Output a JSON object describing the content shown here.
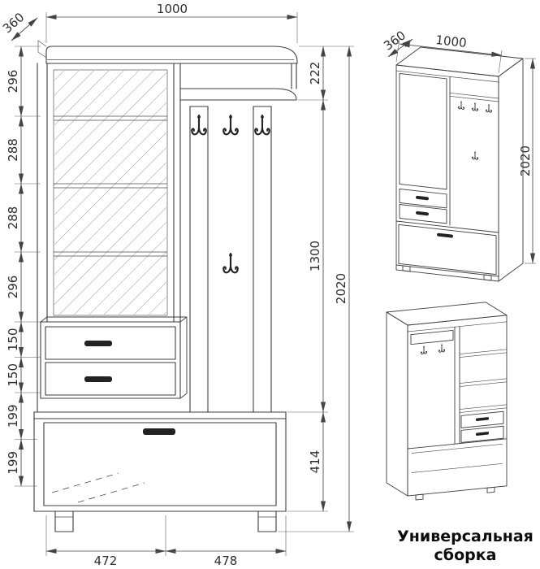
{
  "front_view": {
    "dim_top_width": "1000",
    "dim_top_depth": "360",
    "left_chain": [
      "296",
      "288",
      "288",
      "296",
      "150",
      "150",
      "199",
      "199"
    ],
    "right_chain": [
      "222",
      "1300",
      "414"
    ],
    "dim_overall_height": "2020",
    "bottom_chain": [
      "472",
      "478"
    ]
  },
  "iso_views": {
    "assembled": {
      "dim_depth": "360",
      "dim_width": "1000",
      "dim_height": "2020"
    }
  },
  "caption": {
    "line1": "Универсальная",
    "line2": "сборка"
  },
  "colors": {
    "line": "#3d3d3d",
    "dimension": "#4a4a4a",
    "text": "#2e2e2e",
    "hardware": "#222222",
    "background": "#ffffff"
  }
}
